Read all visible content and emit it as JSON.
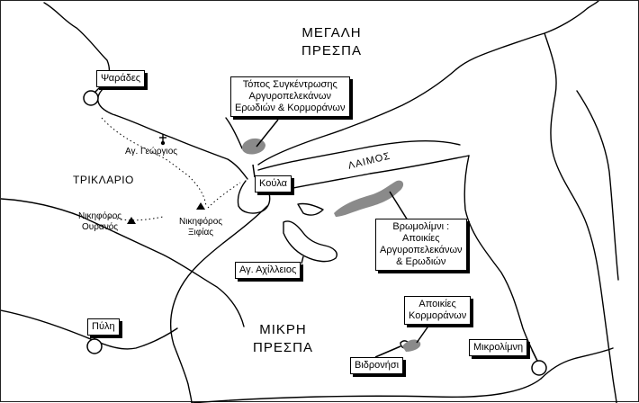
{
  "lakes": {
    "megali_line1": "ΜΕΓΑΛΗ",
    "megali_line2": "ΠΡΕΣΠΑ",
    "mikri_line1": "ΜΙΚΡΗ",
    "mikri_line2": "ΠΡΕΣΠΑ"
  },
  "strait": "ΛΑΙΜΟΣ",
  "region": "ΤΡΙΚΛΑΡΙΟ",
  "villages": {
    "psarades": "Ψαράδες",
    "koula": "Κούλα",
    "ag_achilleios": "Αγ. Αχίλλειος",
    "pyli": "Πύλη",
    "mikrolimni": "Μικρολίμνη",
    "vidronisi": "Βιδρονήσι"
  },
  "peaks": {
    "ag_georgios": "Αγ. Γεώργιος",
    "nikiforos_ouranos_1": "Νικηφόρος",
    "nikiforos_ouranos_2": "Ουρανός",
    "nikiforos_xifias_1": "Νικηφόρος",
    "nikiforos_xifias_2": "Ξιφίας"
  },
  "callouts": {
    "gathering_1": "Τόπος Συγκέντρωσης",
    "gathering_2": "Αργυροπελεκάνων",
    "gathering_3": "Ερωδιών & Κορμοράνων",
    "vromolimni_1": "Βρωμολίμνι :",
    "vromolimni_2": "Αποικίες",
    "vromolimni_3": "Αργυροπελεκάνων",
    "vromolimni_4": "& Ερωδιών",
    "cormorants_1": "Αποικίες",
    "cormorants_2": "Κορμοράνων"
  }
}
